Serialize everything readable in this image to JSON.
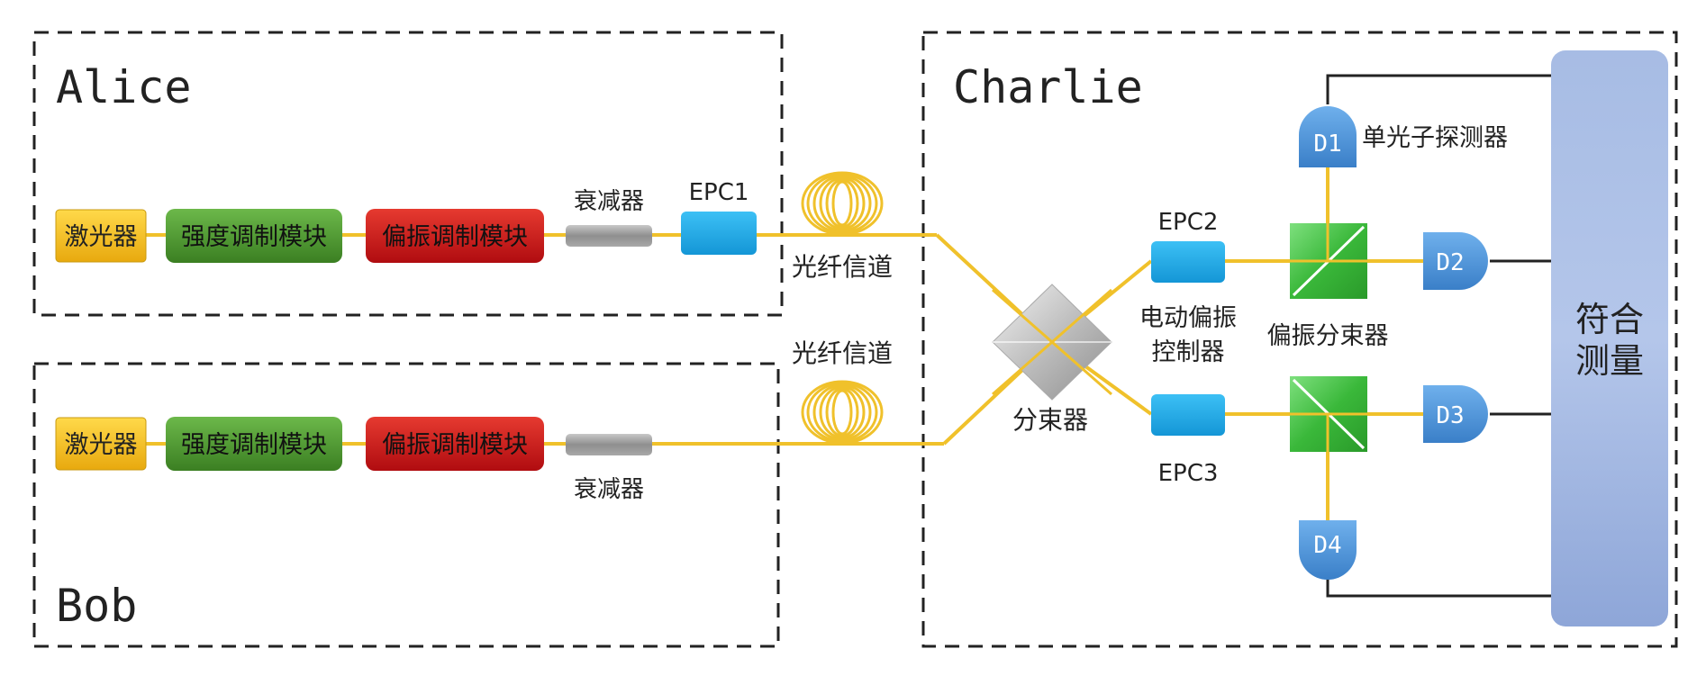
{
  "parties": {
    "alice": "Alice",
    "bob": "Bob",
    "charlie": "Charlie"
  },
  "alice_chain": {
    "laser": "激光器",
    "intensity_mod": "强度调制模块",
    "polarization_mod": "偏振调制模块",
    "attenuator": "衰减器",
    "epc": "EPC1"
  },
  "bob_chain": {
    "laser": "激光器",
    "intensity_mod": "强度调制模块",
    "polarization_mod": "偏振调制模块",
    "attenuator": "衰减器"
  },
  "channels": {
    "fiber_top": "光纤信道",
    "fiber_bottom": "光纤信道"
  },
  "charlie": {
    "beam_splitter": "分束器",
    "epc2": "EPC2",
    "epc3": "EPC3",
    "epc_label_line1": "电动偏振",
    "epc_label_line2": "控制器",
    "pbs_label": "偏振分束器",
    "spd_label": "单光子探测器",
    "coincidence_line1": "符合",
    "coincidence_line2": "测量"
  },
  "detectors": [
    "D1",
    "D2",
    "D3",
    "D4"
  ],
  "colors": {
    "fiber": "#f0c12b",
    "laser": "#f5c21b",
    "intensity_mod": "#4e9a2e",
    "polarization_mod": "#cc1016",
    "attenuator": "#9a9a9a",
    "epc": "#1ea8e6",
    "detector": "#4a90d9",
    "pbs": "#3bbf3b",
    "coincidence": "#9db2dc"
  }
}
